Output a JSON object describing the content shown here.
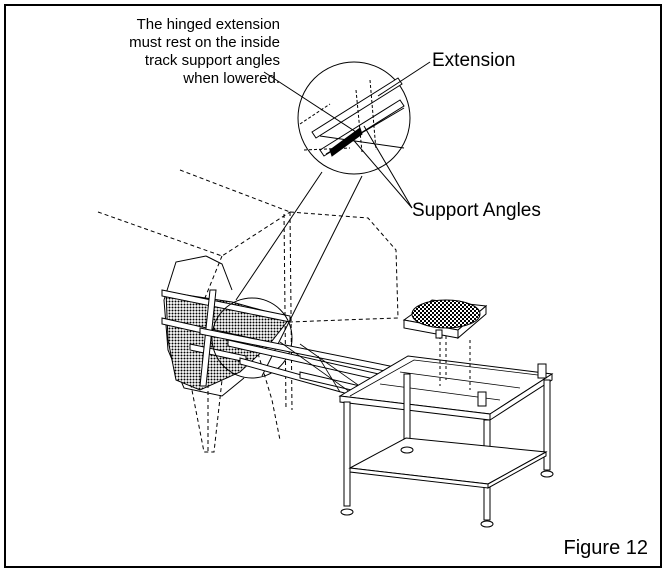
{
  "diagram": {
    "note_line1": "The hinged extension",
    "note_line2": "must rest on the inside",
    "note_line3": "track support angles",
    "note_line4": "when lowered.",
    "label_extension": "Extension",
    "label_support_angles": "Support Angles",
    "figure_label": "Figure 12"
  },
  "colors": {
    "ink": "#000000",
    "paper": "#ffffff"
  }
}
